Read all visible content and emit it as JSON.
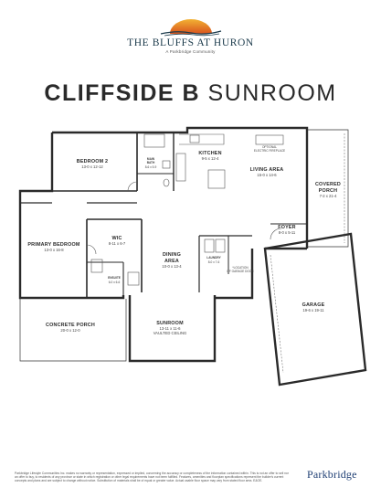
{
  "brand": {
    "name": "THE BLUFFS AT HURON",
    "subtitle": "A Parkbridge Community",
    "colors": {
      "sun_top": "#f2b233",
      "sun_bottom": "#d9541e",
      "navy": "#1b3a4b"
    }
  },
  "title": {
    "bold": "CLIFFSIDE B",
    "light": "SUNROOM"
  },
  "rooms": {
    "bedroom2": {
      "name": "BEDROOM 2",
      "dim": "13-0 x 12-12"
    },
    "main_bath": {
      "name": "MAIN",
      "name2": "BATH",
      "dim": "8-6 x 5-9"
    },
    "kitchen": {
      "name": "KITCHEN",
      "dim": "9-5 x 12-4"
    },
    "fireplace": {
      "line1": "OPTIONAL",
      "line2": "ELECTRIC FIREPLACE"
    },
    "living": {
      "name": "LIVING AREA",
      "dim": "15-0 x 14-6"
    },
    "covered_porch": {
      "name": "COVERED",
      "name2": "PORCH",
      "dim": "7-2 x 21-4"
    },
    "foyer": {
      "name": "FOYER",
      "dim": "8-0 x 5-11"
    },
    "primary_bedroom": {
      "name": "PRIMARY BEDROOM",
      "dim": "13-0 x 16-8"
    },
    "wic": {
      "name": "WIC",
      "dim": "8-11 x 6-7"
    },
    "ensuite": {
      "name": "ENSUITE",
      "dim": "6-0 x 6-6"
    },
    "dining": {
      "name": "DINING",
      "name2": "AREA",
      "dim": "10-0 x 13-4"
    },
    "laundry": {
      "name": "LAUNDRY",
      "dim": "8-0 x 7-6"
    },
    "garage_door_note": {
      "line1": "*LOCATION",
      "line2": "OF GARAGE DOOR"
    },
    "garage": {
      "name": "GARAGE",
      "dim": "19-6 x 19-11"
    },
    "concrete_porch": {
      "name": "CONCRETE PORCH",
      "dim": "20-0 x 12-0"
    },
    "sunroom": {
      "name": "SUNROOM",
      "dim": "13-11 x 11-6",
      "note": "VAULTED CEILING"
    }
  },
  "disclaimer": "Parkbridge Lifestyle Communities Inc. makes no warranty or representation, expressed or implied, concerning the accuracy or completeness of the information contained within. This is not an offer to sell nor an offer to buy, to residents of any province or state in which registration or other legal requirements have not been fulfilled. Features, amenities and floorplan specifications represent the builder's current concepts and plans and are subject to change without notice. Substitution of materials shall be of equal or greater value. Actual usable floor space may vary from stated floor area. E&OE.",
  "partner_logo": "Parkbridge"
}
